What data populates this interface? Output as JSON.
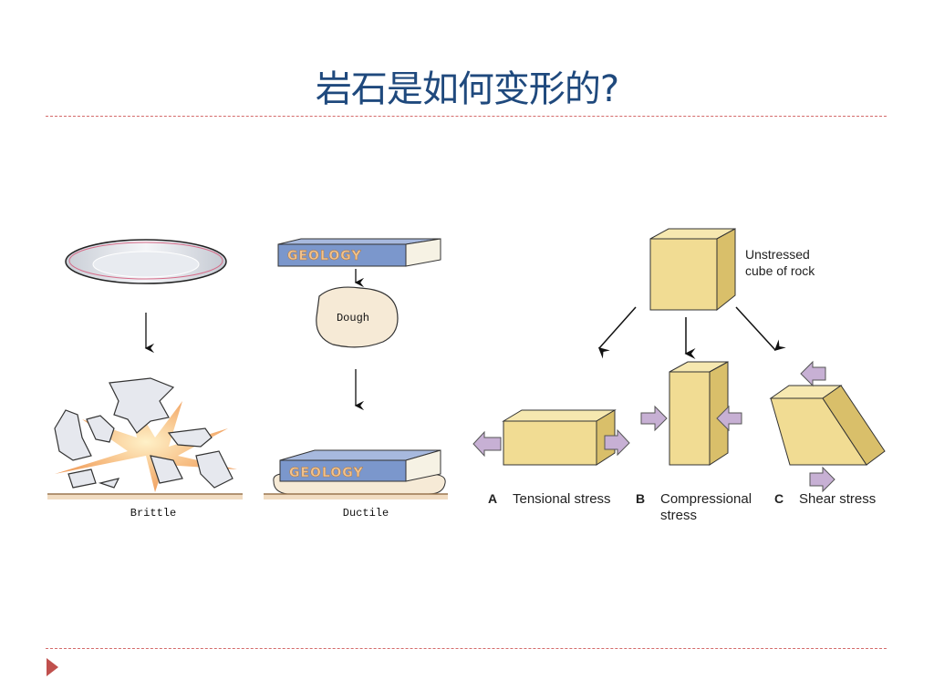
{
  "slide": {
    "title": "岩石是如何变形的?"
  },
  "brittle_panel": {
    "label": "Brittle"
  },
  "ductile_panel": {
    "label": "Ductile",
    "book_spine_text": "GEOLOGY",
    "dough_label": "Dough"
  },
  "stress_panel": {
    "unstressed_label_line1": "Unstressed",
    "unstressed_label_line2": "cube of rock",
    "items": [
      {
        "letter": "A",
        "label_line1": "Tensional stress",
        "label_line2": ""
      },
      {
        "letter": "B",
        "label_line1": "Compressional",
        "label_line2": "stress"
      },
      {
        "letter": "C",
        "label_line1": "Shear stress",
        "label_line2": ""
      }
    ]
  },
  "colors": {
    "title": "#1f497d",
    "rule": "#d46a6a",
    "bullet": "#c0504d",
    "rock_face": "#f1dc93",
    "rock_side": "#d9bf6a",
    "rock_top": "#f6e8b0",
    "stress_arrow": "#c7b0d4",
    "book_cover": "#7b97cc"
  }
}
